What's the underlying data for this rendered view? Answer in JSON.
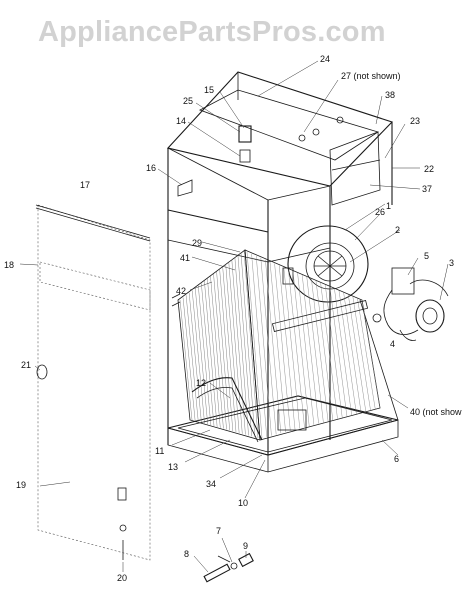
{
  "watermark": "AppliancePartsPros.com",
  "callouts": {
    "c1": "1",
    "c2": "2",
    "c3": "3",
    "c4": "4",
    "c5": "5",
    "c6": "6",
    "c7": "7",
    "c8": "8",
    "c9": "9",
    "c10": "10",
    "c11": "11",
    "c12": "12",
    "c13": "13",
    "c14": "14",
    "c15": "15",
    "c16": "16",
    "c17": "17",
    "c18": "18",
    "c19": "19",
    "c20": "20",
    "c21": "21",
    "c22": "22",
    "c23": "23",
    "c24": "24",
    "c25": "25",
    "c26": "26",
    "c27": "27 (not shown)",
    "c29": "29",
    "c34": "34",
    "c37": "37",
    "c38": "38",
    "c40": "40 (not show",
    "c41": "41",
    "c42": "42"
  }
}
